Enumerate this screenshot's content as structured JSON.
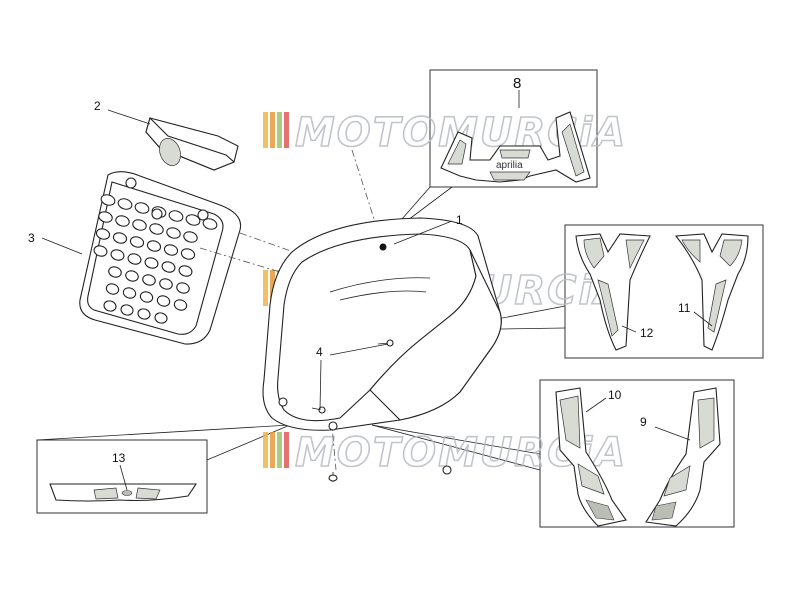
{
  "watermark": {
    "text": "MOTOMURCiA",
    "stripe_colors": [
      "#f0b44a",
      "#e89a3a",
      "#9cc46a",
      "#e05a5a"
    ]
  },
  "callouts": {
    "c1": "1",
    "c2": "2",
    "c3": "3",
    "c4": "4",
    "c8": "8",
    "c9": "9",
    "c10": "10",
    "c11": "11",
    "c12": "12",
    "c13": "13"
  },
  "decal_brand": "aprilia"
}
